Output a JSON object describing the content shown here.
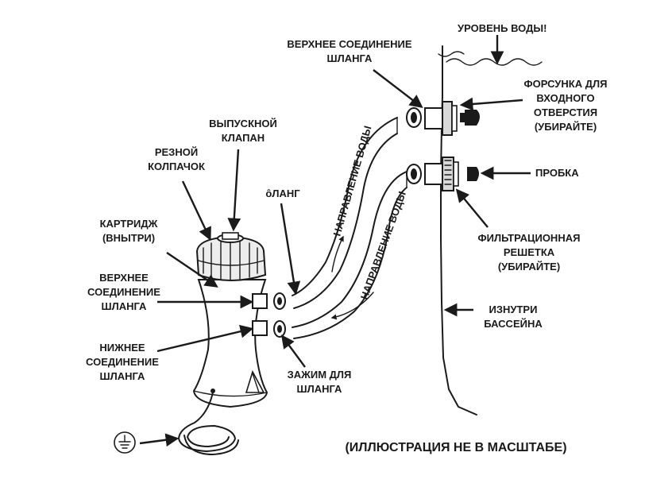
{
  "labels": {
    "water_level": "УРОВЕНЬ ВОДЫ!",
    "upper_hose_conn_top_1": "ВЕРХНЕЕ СОЕДИНЕНИЕ",
    "upper_hose_conn_top_2": "ШЛАНГА",
    "nozzle_1": "ФОРСУНКА ДЛЯ",
    "nozzle_2": "ВХОДНОГО",
    "nozzle_3": "ОТВЕРСТИЯ",
    "nozzle_4": "(УБИРАЙТЕ)",
    "plug": "ПРОБКА",
    "strainer_1": "ФИЛЬТРАЦИОННАЯ",
    "strainer_2": "РЕШЕТКА",
    "strainer_3": "(УБИРАЙТЕ)",
    "inside_pool_1": "ИЗНУТРИ",
    "inside_pool_2": "БАССЕЙНА",
    "air_valve_1": "ВЫПУСКНОЙ",
    "air_valve_2": "КЛАПАН",
    "threaded_cap_1": "РЕЗНОЙ",
    "threaded_cap_2": "КОЛПАЧОК",
    "hose": "ôЛАНГ",
    "water_flow_1": "НАПРАВЛЕНИЕ ВОДЫ",
    "water_flow_2": "НАПРАВЛЕНИЕ ВОДЫ",
    "cartridge_1": "КАРТРИДЖ",
    "cartridge_2": "(ВНЫТРИ)",
    "upper_conn_1": "ВЕРХНЕЕ",
    "upper_conn_2": "СОЕДИНЕНИЕ",
    "upper_conn_3": "ШЛАНГА",
    "lower_conn_1": "НИЖНЕЕ",
    "lower_conn_2": "СОЕДИНЕНИЕ",
    "lower_conn_3": "ШЛАНГА",
    "hose_clamp_1": "ЗАЖИМ ДЛЯ",
    "hose_clamp_2": "ШЛАНГА",
    "not_to_scale": "(ИЛЛЮСТРАЦИЯ НЕ В МАСШТАБЕ)"
  },
  "icons": {
    "ground": "ground-symbol-icon"
  }
}
